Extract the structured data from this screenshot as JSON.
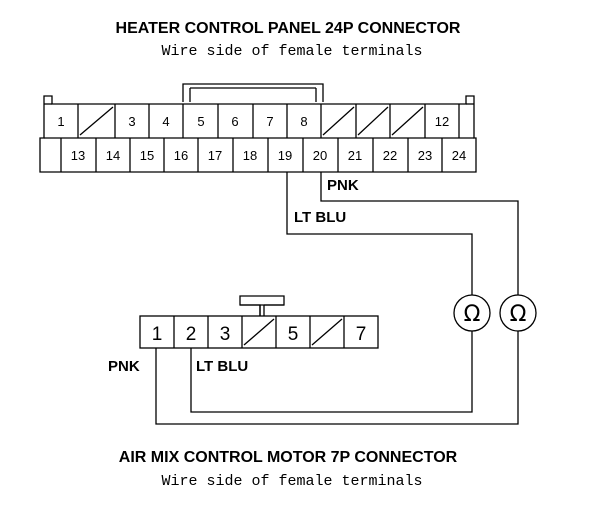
{
  "top_connector": {
    "title": "HEATER CONTROL PANEL 24P CONNECTOR",
    "subtitle": "Wire side of female terminals",
    "row1": [
      "1",
      "",
      "3",
      "4",
      "5",
      "6",
      "7",
      "8",
      "",
      "",
      "",
      "12"
    ],
    "row2": [
      "13",
      "14",
      "15",
      "16",
      "17",
      "18",
      "19",
      "20",
      "21",
      "22",
      "23",
      "24"
    ]
  },
  "bottom_connector": {
    "title": "AIR MIX CONTROL MOTOR 7P CONNECTOR",
    "subtitle": "Wire side of female terminals",
    "pins": [
      "1",
      "2",
      "3",
      "",
      "5",
      "",
      "7"
    ]
  },
  "wires": {
    "pnk_top": "PNK",
    "ltblu_top": "LT BLU",
    "pnk_bottom": "PNK",
    "ltblu_bottom": "LT BLU"
  },
  "meters": {
    "ohm_symbol_left": "Ω",
    "ohm_symbol_right": "Ω"
  }
}
